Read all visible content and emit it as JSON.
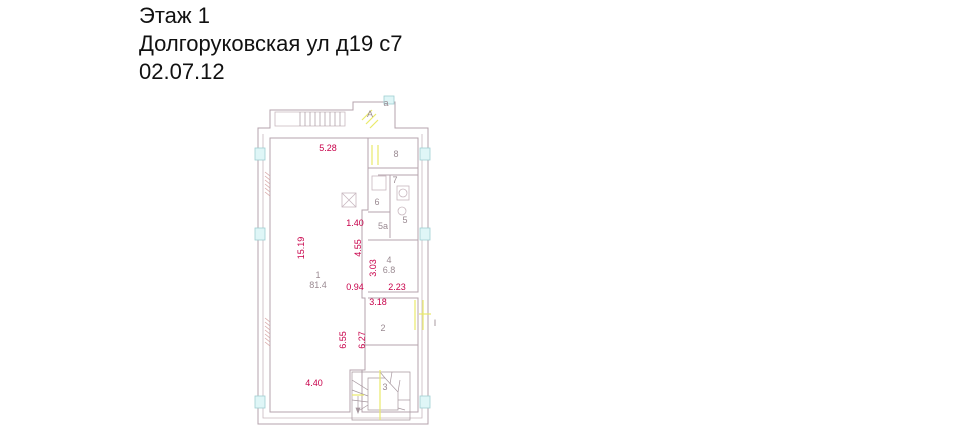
{
  "header": {
    "floor": "Этаж 1",
    "address": "Долгоруковская ул д19 с7",
    "date": "02.07.12"
  },
  "plan": {
    "dimensions": [
      "5.28",
      "1.40",
      "15.19",
      "4.55",
      "3.03",
      "0.94",
      "2.23",
      "3.18",
      "6.55",
      "6.27",
      "4.40"
    ],
    "rooms": [
      "1",
      "81.4",
      "2",
      "3",
      "4",
      "6.8",
      "5",
      "5а",
      "6",
      "7",
      "8",
      "А",
      "а"
    ],
    "marker": "I"
  },
  "colors": {
    "dimension_text": "#c8004a",
    "walls": "#b5a3ac",
    "windows": "#dff6f7",
    "hatching": "#d7a6a6",
    "yellow_lines": "#e9ea6a"
  }
}
